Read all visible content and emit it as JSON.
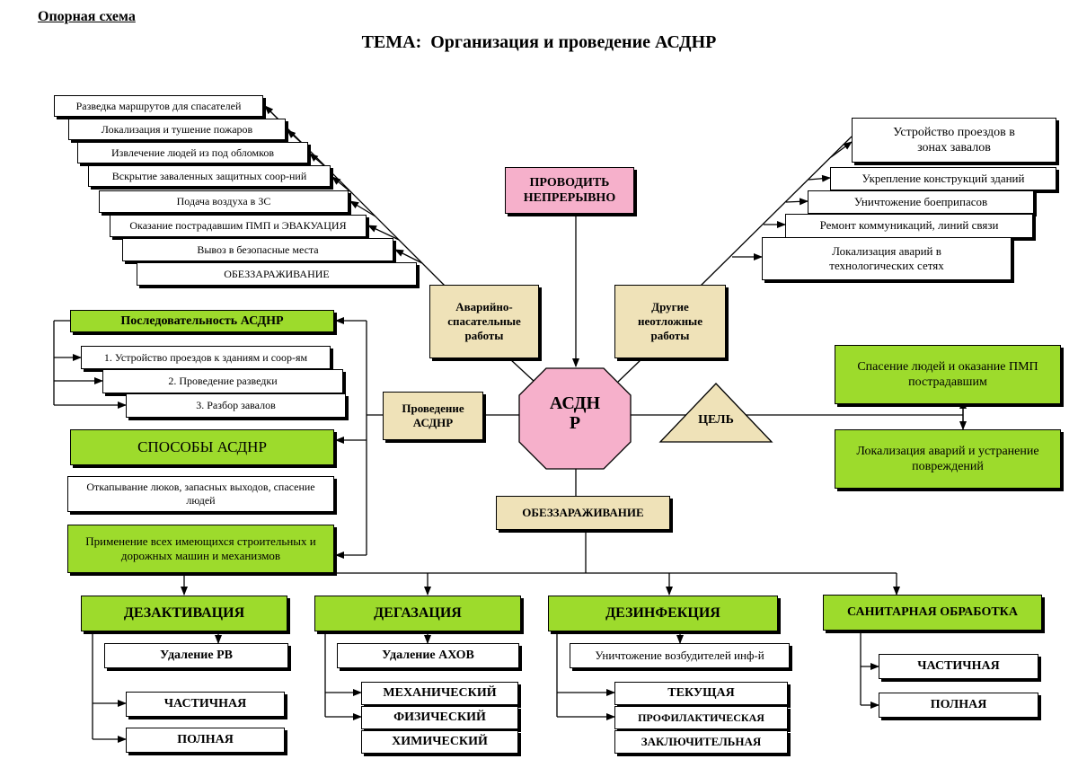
{
  "header": {
    "label": "Опорная схема",
    "title": "ТЕМА:  Организация и проведение АСДНР"
  },
  "center": {
    "asdnr_line1": "АСДН",
    "asdnr_line2": "Р",
    "continuous": "ПРОВОДИТЬ НЕПРЕРЫВНО",
    "rescue_works": "Аварийно-спасательные работы",
    "other_works": "Другие неотложные работы",
    "conduct": "Проведение АСДНР",
    "goal": "ЦЕЛЬ",
    "decontam": "ОБЕЗЗАРАЖИВАНИЕ"
  },
  "rescue_list": [
    "Разведка маршрутов для спасателей",
    "Локализация и тушение пожаров",
    "Извлечение людей из под обломков",
    "Вскрытие заваленных защитных соор-ний",
    "Подача воздуха в ЗС",
    "Оказание пострадавшим ПМП и ЭВАКУАЦИЯ",
    "Вывоз в безопасные места",
    "ОБЕЗЗАРАЖИВАНИЕ"
  ],
  "other_list": [
    "Устройство проездов в зонах завалов",
    "Укрепление конструкций зданий",
    "Уничтожение боеприпасов",
    "Ремонт коммуникаций, линий связи",
    "Локализация аварий в технологических сетях"
  ],
  "sequence": {
    "title": "Последовательность АСДНР",
    "steps": [
      "1. Устройство проездов к зданиям и соор-ям",
      "2. Проведение разведки",
      "3. Разбор завалов"
    ]
  },
  "methods": {
    "title": "СПОСОБЫ АСДНР",
    "items": [
      "Откапывание люков, запасных выходов, спасение людей",
      "Применение всех имеющихся строительных и дорожных машин и механизмов"
    ]
  },
  "goals": [
    "Спасение людей и оказание ПМП пострадавшим",
    "Локализация аварий и устранение повреждений"
  ],
  "categories": [
    {
      "title": "ДЕЗАКТИВАЦИЯ",
      "items": [
        "Удаление РВ",
        "ЧАСТИЧНАЯ",
        "ПОЛНАЯ"
      ]
    },
    {
      "title": "ДЕГАЗАЦИЯ",
      "items": [
        "Удаление АХОВ",
        "МЕХАНИЧЕСКИЙ",
        "ФИЗИЧЕСКИЙ",
        "ХИМИЧЕСКИЙ"
      ]
    },
    {
      "title": "ДЕЗИНФЕКЦИЯ",
      "items": [
        "Уничтожение возбудителей инф-й",
        "ТЕКУЩАЯ",
        "ПРОФИЛАКТИЧЕСКАЯ",
        "ЗАКЛЮЧИТЕЛЬНАЯ"
      ]
    },
    {
      "title": "САНИТАРНАЯ ОБРАБОТКА",
      "items": [
        "ЧАСТИЧНАЯ",
        "ПОЛНАЯ"
      ]
    }
  ],
  "colors": {
    "green": "#9ddb2c",
    "tan": "#efe2b8",
    "pink": "#f6b0cb"
  }
}
